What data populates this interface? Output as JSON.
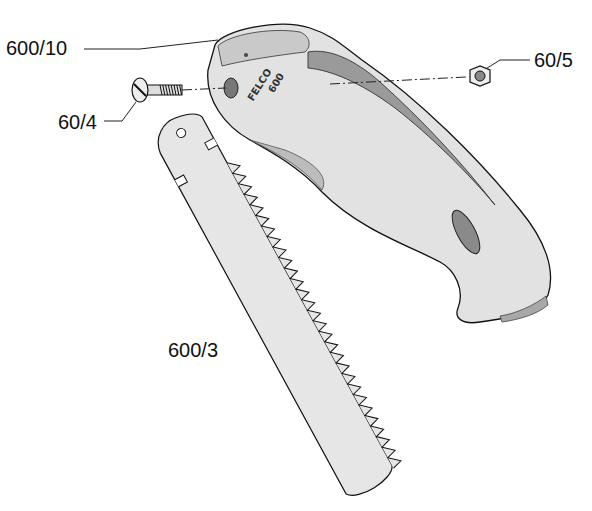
{
  "diagram": {
    "labels": [
      "600/10",
      "60/5",
      "60/4",
      "600/3",
      "FELCO",
      "600"
    ]
  }
}
